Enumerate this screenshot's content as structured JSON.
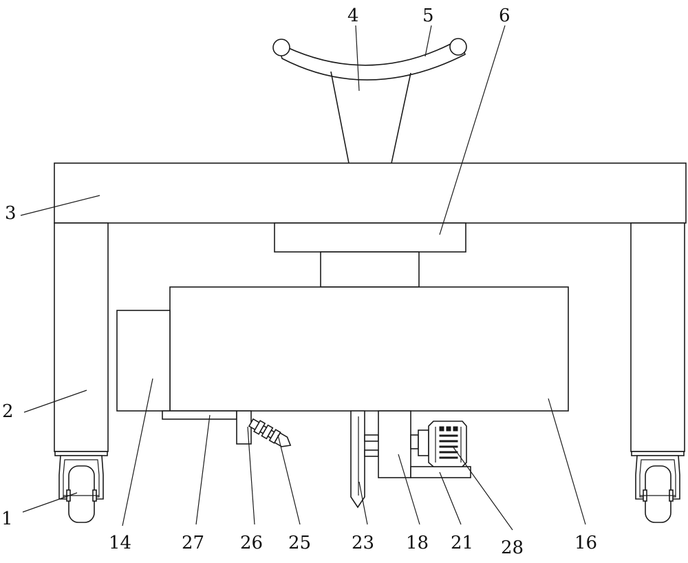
{
  "figure": {
    "callouts": [
      {
        "id": "c1",
        "label": "1"
      },
      {
        "id": "c2",
        "label": "2"
      },
      {
        "id": "c3",
        "label": "3"
      },
      {
        "id": "c4",
        "label": "4"
      },
      {
        "id": "c5",
        "label": "5"
      },
      {
        "id": "c6",
        "label": "6"
      },
      {
        "id": "c14",
        "label": "14"
      },
      {
        "id": "c16",
        "label": "16"
      },
      {
        "id": "c18",
        "label": "18"
      },
      {
        "id": "c21",
        "label": "21"
      },
      {
        "id": "c23",
        "label": "23"
      },
      {
        "id": "c25",
        "label": "25"
      },
      {
        "id": "c26",
        "label": "26"
      },
      {
        "id": "c27",
        "label": "27"
      },
      {
        "id": "c28",
        "label": "28"
      }
    ]
  }
}
